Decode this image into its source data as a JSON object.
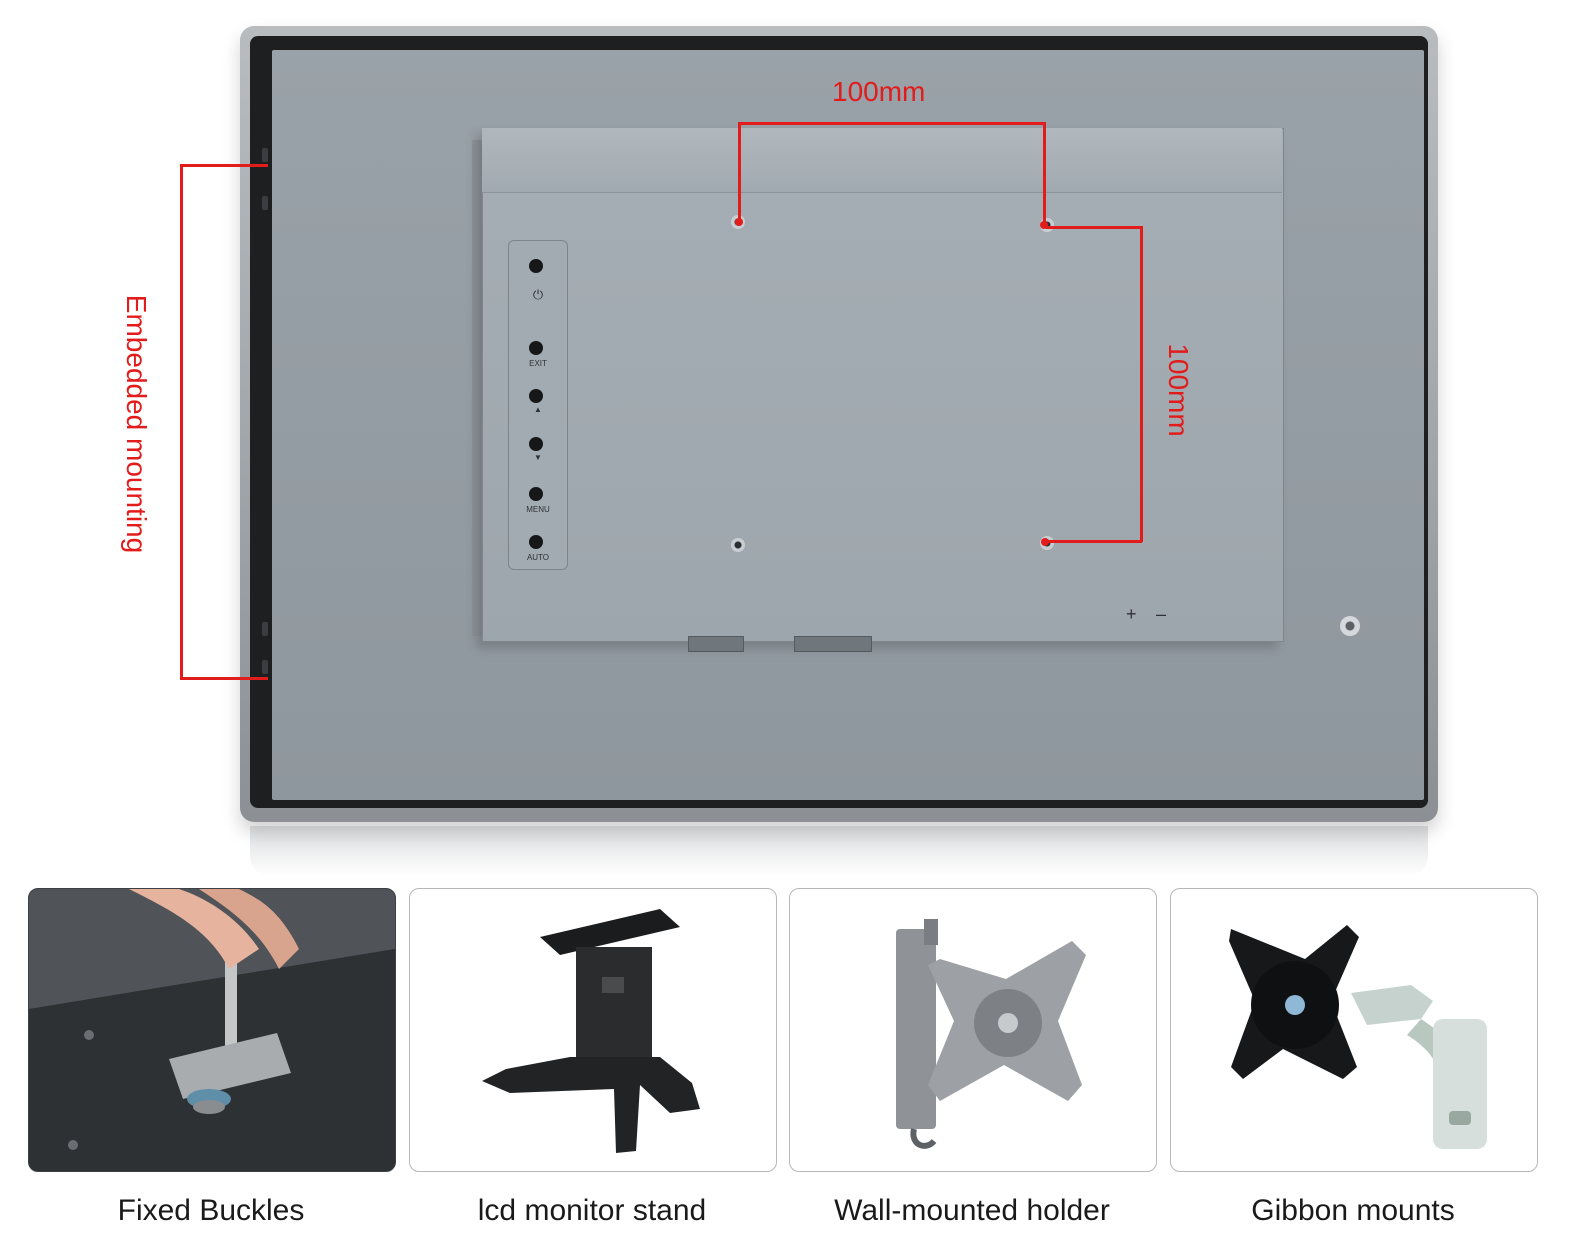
{
  "annotations": {
    "top_dimension": "100mm",
    "right_dimension": "100mm",
    "left_label": "Embedded mounting",
    "accent_color": "#e21b1b"
  },
  "control_panel": {
    "buttons": [
      "",
      "EXIT",
      "",
      "",
      "MENU",
      "AUTO"
    ],
    "power_symbol": "⏻"
  },
  "power_terminals": {
    "plus": "+",
    "minus": "–"
  },
  "mounting_options": [
    {
      "caption": "Fixed Buckles",
      "icon": "fixed-buckle-photo"
    },
    {
      "caption": "lcd monitor stand",
      "icon": "monitor-stand-photo"
    },
    {
      "caption": "Wall-mounted holder",
      "icon": "wall-holder-photo"
    },
    {
      "caption": "Gibbon mounts",
      "icon": "gibbon-mount-photo"
    }
  ]
}
